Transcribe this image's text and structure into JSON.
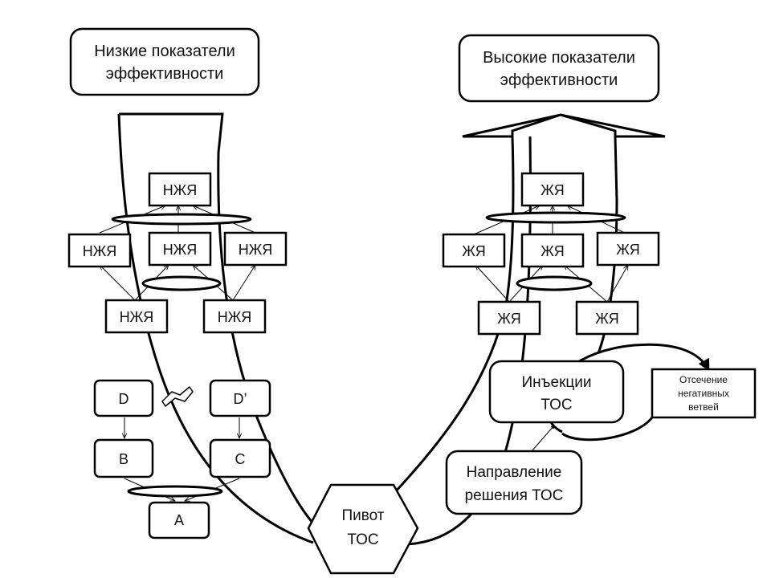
{
  "titles": {
    "low": [
      "Низкие показатели",
      "эффективности"
    ],
    "high": [
      "Высокие показатели",
      "эффективности"
    ]
  },
  "left_tree": {
    "top": "НЖЯ",
    "mid": [
      "НЖЯ",
      "НЖЯ",
      "НЖЯ"
    ],
    "bottom": [
      "НЖЯ",
      "НЖЯ"
    ]
  },
  "right_tree": {
    "top": "ЖЯ",
    "mid": [
      "ЖЯ",
      "ЖЯ",
      "ЖЯ"
    ],
    "bottom": [
      "ЖЯ",
      "ЖЯ"
    ]
  },
  "cloud": {
    "d": "D",
    "d_prime": "D’",
    "b": "B",
    "c": "C",
    "a": "A"
  },
  "pivot": [
    "Пивот",
    "ТОС"
  ],
  "injections": [
    "Инъекции",
    "ТОС"
  ],
  "negative_branches": [
    "Отсечение",
    "негативных",
    "ветвей"
  ],
  "direction": [
    "Направление",
    "решения ТОС"
  ]
}
